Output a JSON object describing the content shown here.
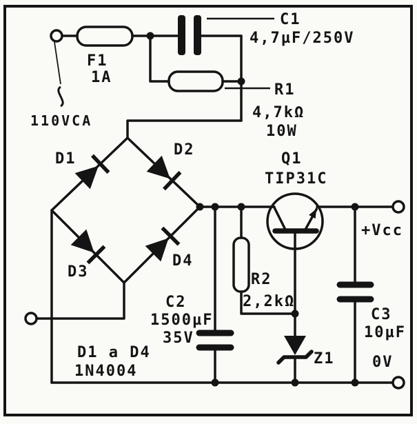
{
  "title": "transformerless-power-supply-schematic",
  "colors": {
    "ink": "#141414",
    "paper": "#fafaf7"
  },
  "labels": {
    "f1": {
      "name": "F1",
      "value": "1A"
    },
    "ac_input": {
      "value": "110VCA"
    },
    "c1": {
      "name": "C1",
      "value": "4,7µF/250V"
    },
    "r1": {
      "name": "R1",
      "value": "4,7kΩ",
      "power": "10W"
    },
    "d1": "D1",
    "d2": "D2",
    "d3": "D3",
    "d4": "D4",
    "q1": {
      "name": "Q1",
      "value": "TIP31C"
    },
    "r2": {
      "name": "R2",
      "value": "2,2kΩ"
    },
    "c2": {
      "name": "C2",
      "value": "1500µF",
      "voltage": "35V"
    },
    "c3": {
      "name": "C3",
      "value": "10µF"
    },
    "z1": {
      "name": "Z1"
    },
    "diode_note": {
      "line1": "D1 a D4",
      "line2": "1N4004"
    },
    "vcc": "+Vcc",
    "zero_volt": "0V"
  }
}
